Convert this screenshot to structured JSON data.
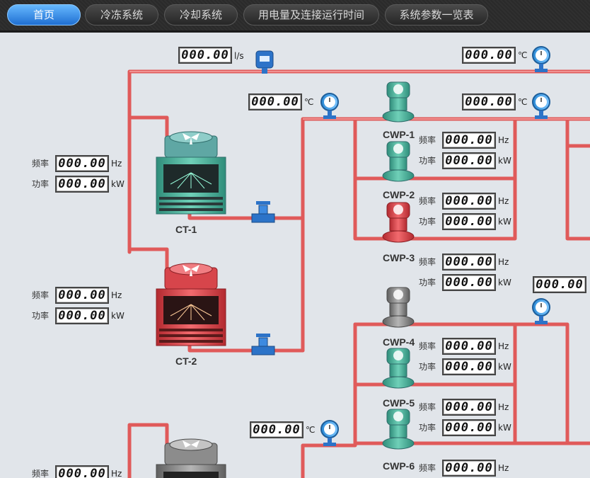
{
  "nav": {
    "tabs": [
      {
        "label": "首页",
        "active": true
      },
      {
        "label": "冷冻系统",
        "active": false
      },
      {
        "label": "冷却系统",
        "active": false
      },
      {
        "label": "用电量及连接运行时间",
        "active": false
      },
      {
        "label": "系统参数一览表",
        "active": false
      }
    ]
  },
  "labels": {
    "freq": "频率",
    "power": "功率"
  },
  "units": {
    "hz": "Hz",
    "kw": "kW",
    "flow": "l/s",
    "temp": "℃"
  },
  "sensors": {
    "flow_top": "000.00",
    "temp_top_right": "000.00",
    "temp_ct_supply": "000.00",
    "temp_cwp_out": "000.00",
    "temp_right_mid": "000.00",
    "temp_bottom": "000.00"
  },
  "towers": {
    "ct1": {
      "name": "CT-1",
      "freq": "000.00",
      "power": "000.00",
      "status": "running"
    },
    "ct2": {
      "name": "CT-2",
      "freq": "000.00",
      "power": "000.00",
      "status": "fault"
    },
    "ct3": {
      "freq": "000.00",
      "status": "stopped"
    }
  },
  "pumps": {
    "cwp1": {
      "name": "CWP-1",
      "freq": "000.00",
      "power": "000.00",
      "status": "running"
    },
    "cwp2": {
      "name": "CWP-2",
      "freq": "000.00",
      "power": "000.00",
      "status": "running"
    },
    "cwp3": {
      "name": "CWP-3",
      "freq": "000.00",
      "power": "000.00",
      "status": "fault"
    },
    "cwp4": {
      "name": "CWP-4",
      "freq": "000.00",
      "power": "000.00",
      "status": "stopped"
    },
    "cwp5": {
      "name": "CWP-5",
      "freq": "000.00",
      "power": "000.00",
      "status": "running"
    },
    "cwp6": {
      "name": "CWP-6",
      "freq": "000.00",
      "status": "running"
    }
  },
  "colors": {
    "pipe": "#e05a5a",
    "running": "#3fa58e",
    "fault": "#d0383f",
    "stopped": "#8a8a8a",
    "accent": "#2b7fe0"
  }
}
